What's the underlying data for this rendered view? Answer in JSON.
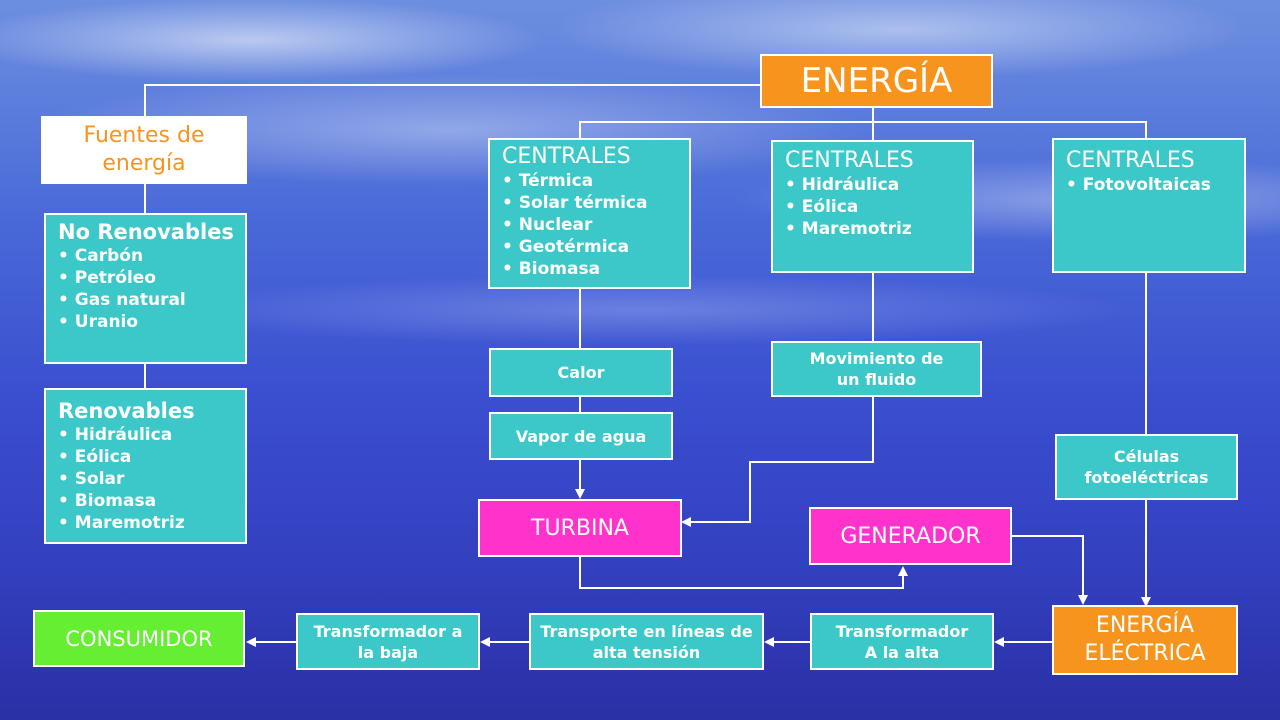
{
  "title": "ENERGÍA",
  "fuentes": "Fuentes de energía",
  "no_renovables": {
    "heading": "No Renovables",
    "items": [
      "Carbón",
      "Petróleo",
      "Gas natural",
      "Uranio"
    ]
  },
  "renovables": {
    "heading": "Renovables",
    "items": [
      "Hidráulica",
      "Eólica",
      "Solar",
      "Biomasa",
      "Maremotriz"
    ]
  },
  "centrales_1": {
    "heading": "CENTRALES",
    "items": [
      "Térmica",
      "Solar térmica",
      "Nuclear",
      "Geotérmica",
      "Biomasa"
    ]
  },
  "centrales_2": {
    "heading": "CENTRALES",
    "items": [
      "Hidráulica",
      "Eólica",
      "Maremotriz"
    ]
  },
  "centrales_3": {
    "heading": "CENTRALES",
    "items": [
      "Fotovoltaicas"
    ]
  },
  "calor": "Calor",
  "vapor": "Vapor de agua",
  "movimiento": "Movimiento de un fluido",
  "celulas": "Células fotoeléctricas",
  "turbina": "TURBINA",
  "generador": "GENERADOR",
  "energia_electrica": "ENERGÍA ELÉCTRICA",
  "transformador_alta": "Transformador A la alta",
  "transporte": "Transporte en líneas de alta tensión",
  "transformador_baja": "Transformador a la baja",
  "consumidor": "CONSUMIDOR"
}
